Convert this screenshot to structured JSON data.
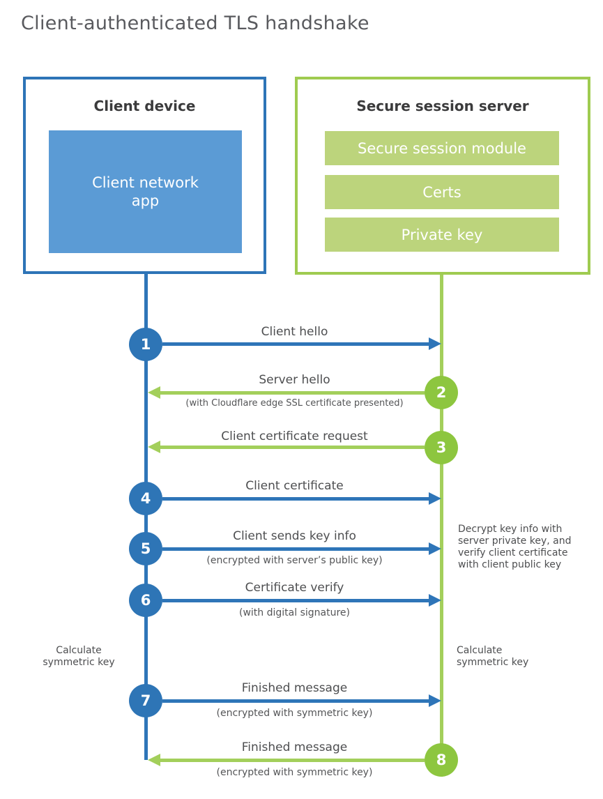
{
  "title": "Client-authenticated TLS handshake",
  "client_box": {
    "title": "Client device",
    "app_label": "Client network app"
  },
  "server_box": {
    "title": "Secure session server",
    "modules": [
      {
        "label": "Secure session module"
      },
      {
        "label": "Certs"
      },
      {
        "label": "Private key"
      }
    ]
  },
  "steps": [
    {
      "num": "1",
      "direction": "client-to-server",
      "label": "Client hello",
      "sub": ""
    },
    {
      "num": "2",
      "direction": "server-to-client",
      "label": "Server hello",
      "sub": "(with Cloudflare edge SSL certificate presented)"
    },
    {
      "num": "3",
      "direction": "server-to-client",
      "label": "Client certificate request",
      "sub": ""
    },
    {
      "num": "4",
      "direction": "client-to-server",
      "label": "Client certificate",
      "sub": ""
    },
    {
      "num": "5",
      "direction": "client-to-server",
      "label": "Client sends key info",
      "sub": "(encrypted with server’s public key)"
    },
    {
      "num": "6",
      "direction": "client-to-server",
      "label": "Certificate verify",
      "sub": "(with digital signature)"
    },
    {
      "num": "7",
      "direction": "client-to-server",
      "label": "Finished message",
      "sub": "(encrypted with symmetric key)"
    },
    {
      "num": "8",
      "direction": "server-to-client",
      "label": "Finished message",
      "sub": "(encrypted with symmetric key)"
    }
  ],
  "annotations": {
    "decrypt_note": "Decrypt key info with server private key, and verify client certificate with client public key",
    "calc_left": "Calculate symmetric key",
    "calc_right": "Calculate symmetric key"
  },
  "colors": {
    "blue_line": "#2e75b8",
    "blue_circle": "#2e75b6",
    "blue_fill": "#5b9bd5",
    "green_line": "#a3cf5b",
    "green_circle": "#8dc63f",
    "green_border": "#9fcb50",
    "green_bar": "#bcd47c",
    "text_dark": "#3b3b3c",
    "text_gray": "#4d4e50"
  }
}
